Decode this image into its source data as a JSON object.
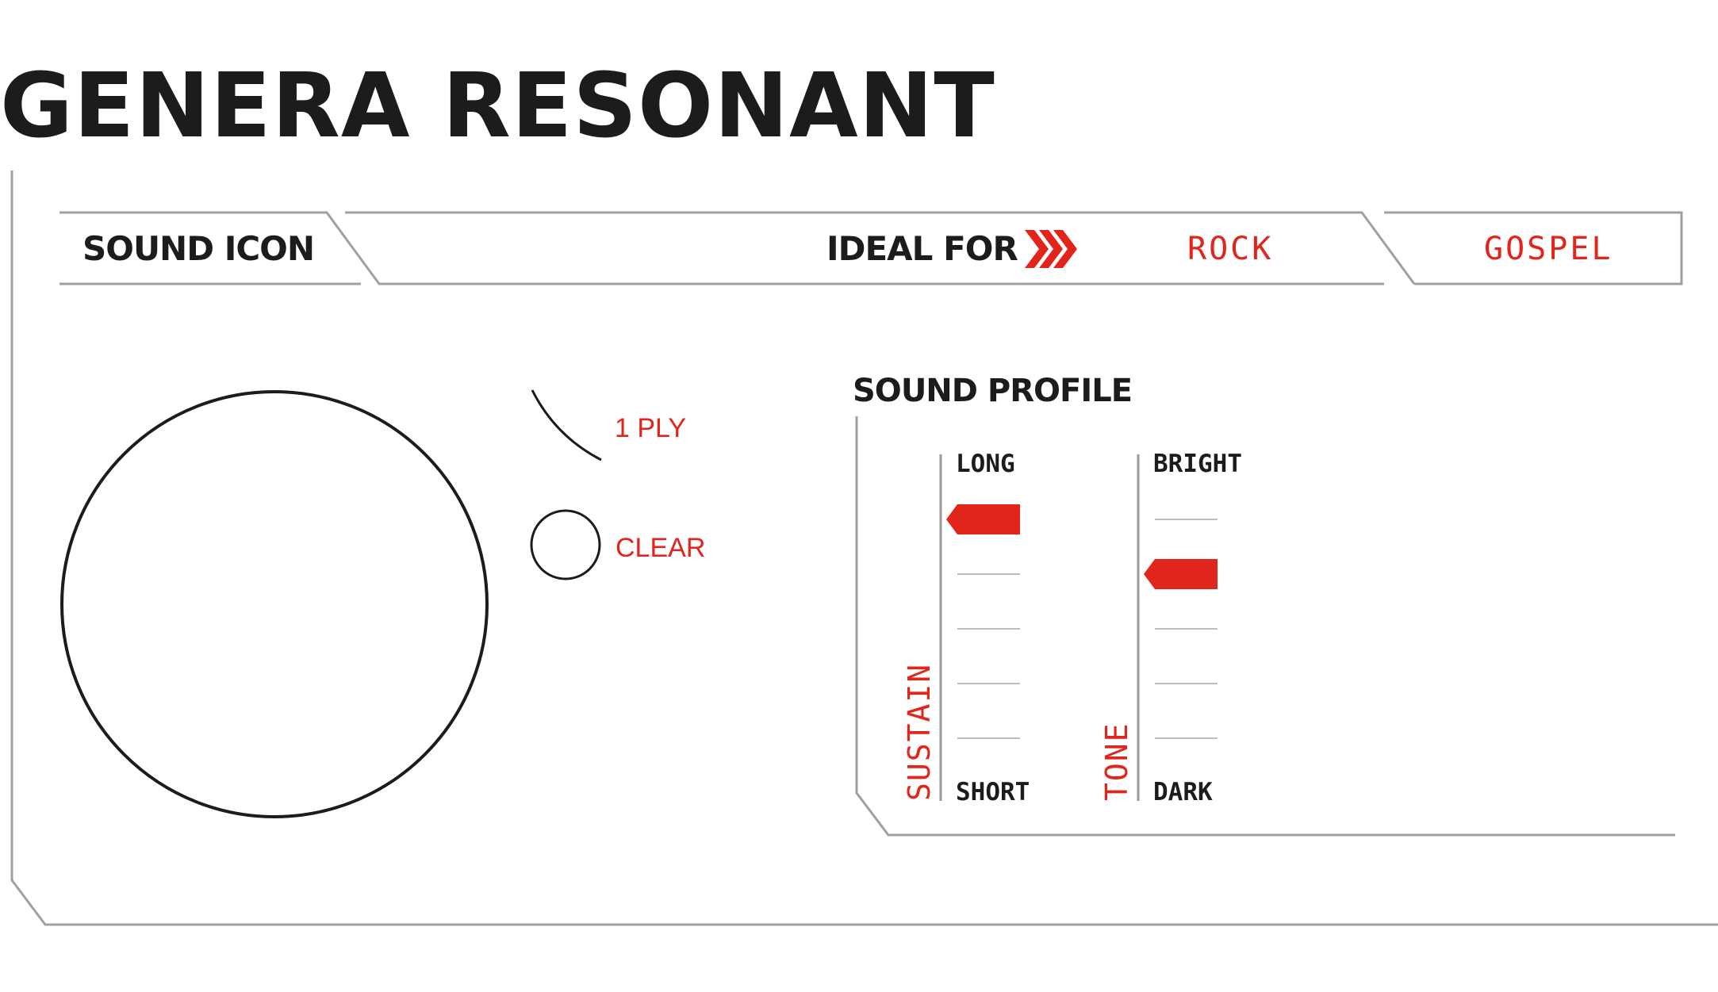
{
  "title": "GENERA RESONANT",
  "header": {
    "sound_icon_label": "SOUND ICON",
    "ideal_for_label": "IDEAL FOR",
    "ideal_for": [
      "ROCK",
      "GOSPEL"
    ]
  },
  "options": {
    "ply_label": "1 PLY",
    "clear_label": "CLEAR"
  },
  "sound_profile": {
    "heading": "SOUND PROFILE",
    "sustain": {
      "label": "SUSTAIN",
      "top": "LONG",
      "bottom": "SHORT",
      "level_step": 1,
      "steps": 6
    },
    "tone": {
      "label": "TONE",
      "top": "BRIGHT",
      "bottom": "DARK",
      "level_step": 2,
      "steps": 6
    }
  },
  "colors": {
    "accent": "#e1251b",
    "ink": "#1c1c1c",
    "line": "#9a9a9a"
  }
}
